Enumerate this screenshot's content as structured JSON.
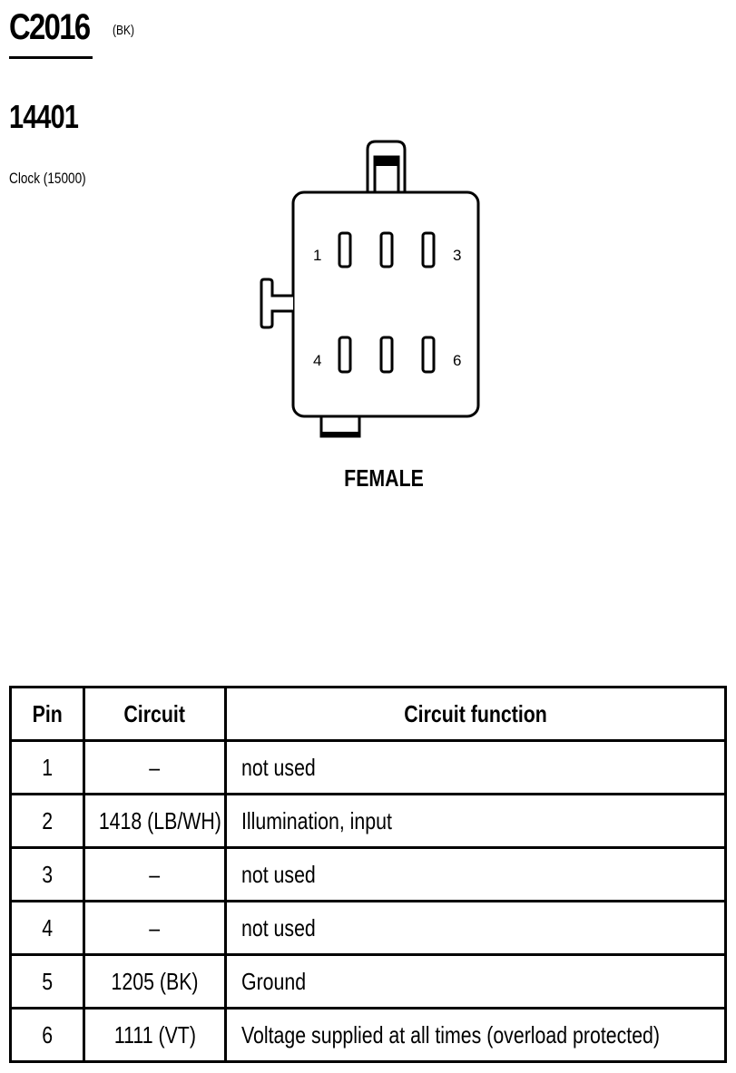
{
  "header": {
    "connector_id": "C2016",
    "connector_color": "(BK)",
    "part_number": "14401",
    "component_name": "Clock (15000)"
  },
  "diagram": {
    "gender_label": "FEMALE",
    "pin_labels": [
      "1",
      "3",
      "4",
      "6"
    ]
  },
  "table": {
    "headers": [
      "Pin",
      "Circuit",
      "Circuit function"
    ],
    "rows": [
      {
        "pin": "1",
        "circuit": "–",
        "function": "not used"
      },
      {
        "pin": "2",
        "circuit": "1418 (LB/WH)",
        "function": "Illumination, input"
      },
      {
        "pin": "3",
        "circuit": "–",
        "function": "not used"
      },
      {
        "pin": "4",
        "circuit": "–",
        "function": "not used"
      },
      {
        "pin": "5",
        "circuit": "1205 (BK)",
        "function": "Ground"
      },
      {
        "pin": "6",
        "circuit": "1111 (VT)",
        "function": "Voltage supplied at all times (overload protected)"
      }
    ]
  }
}
